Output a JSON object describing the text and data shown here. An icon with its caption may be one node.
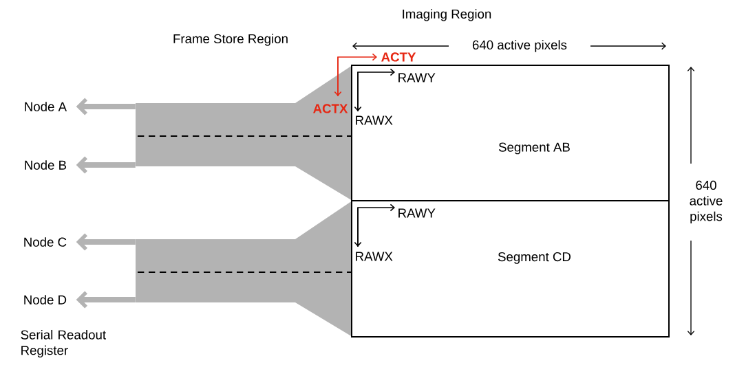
{
  "diagram": {
    "nodes": [
      {
        "text": [
          "Segment AB"
        ]
      },
      {
        "text": [
          "Segment CD"
        ]
      },
      {
        "text": [
          "Node A"
        ]
      },
      {
        "text": [
          "Node B"
        ]
      },
      {
        "text": [
          "Node C"
        ]
      },
      {
        "text": [
          "Node D"
        ]
      },
      {
        "text": [],
        "shape": "box"
      },
      {
        "text": [],
        "shape": "box"
      }
    ],
    "edges": [
      {
        "from": 6,
        "to": 2,
        "arrow": "to"
      },
      {
        "from": 6,
        "to": 3,
        "arrow": "to"
      },
      {
        "from": 7,
        "to": 4,
        "arrow": "to"
      },
      {
        "from": 7,
        "to": 5,
        "arrow": "to"
      }
    ],
    "labels": [
      "Imaging Region",
      "Frame Store Region",
      "640 active pixels",
      "ACTY",
      "RAWY",
      "ACTX",
      "RAWX",
      "RAWY",
      "RAWX",
      "640 active pixels",
      "Serial Readout Register"
    ]
  }
}
